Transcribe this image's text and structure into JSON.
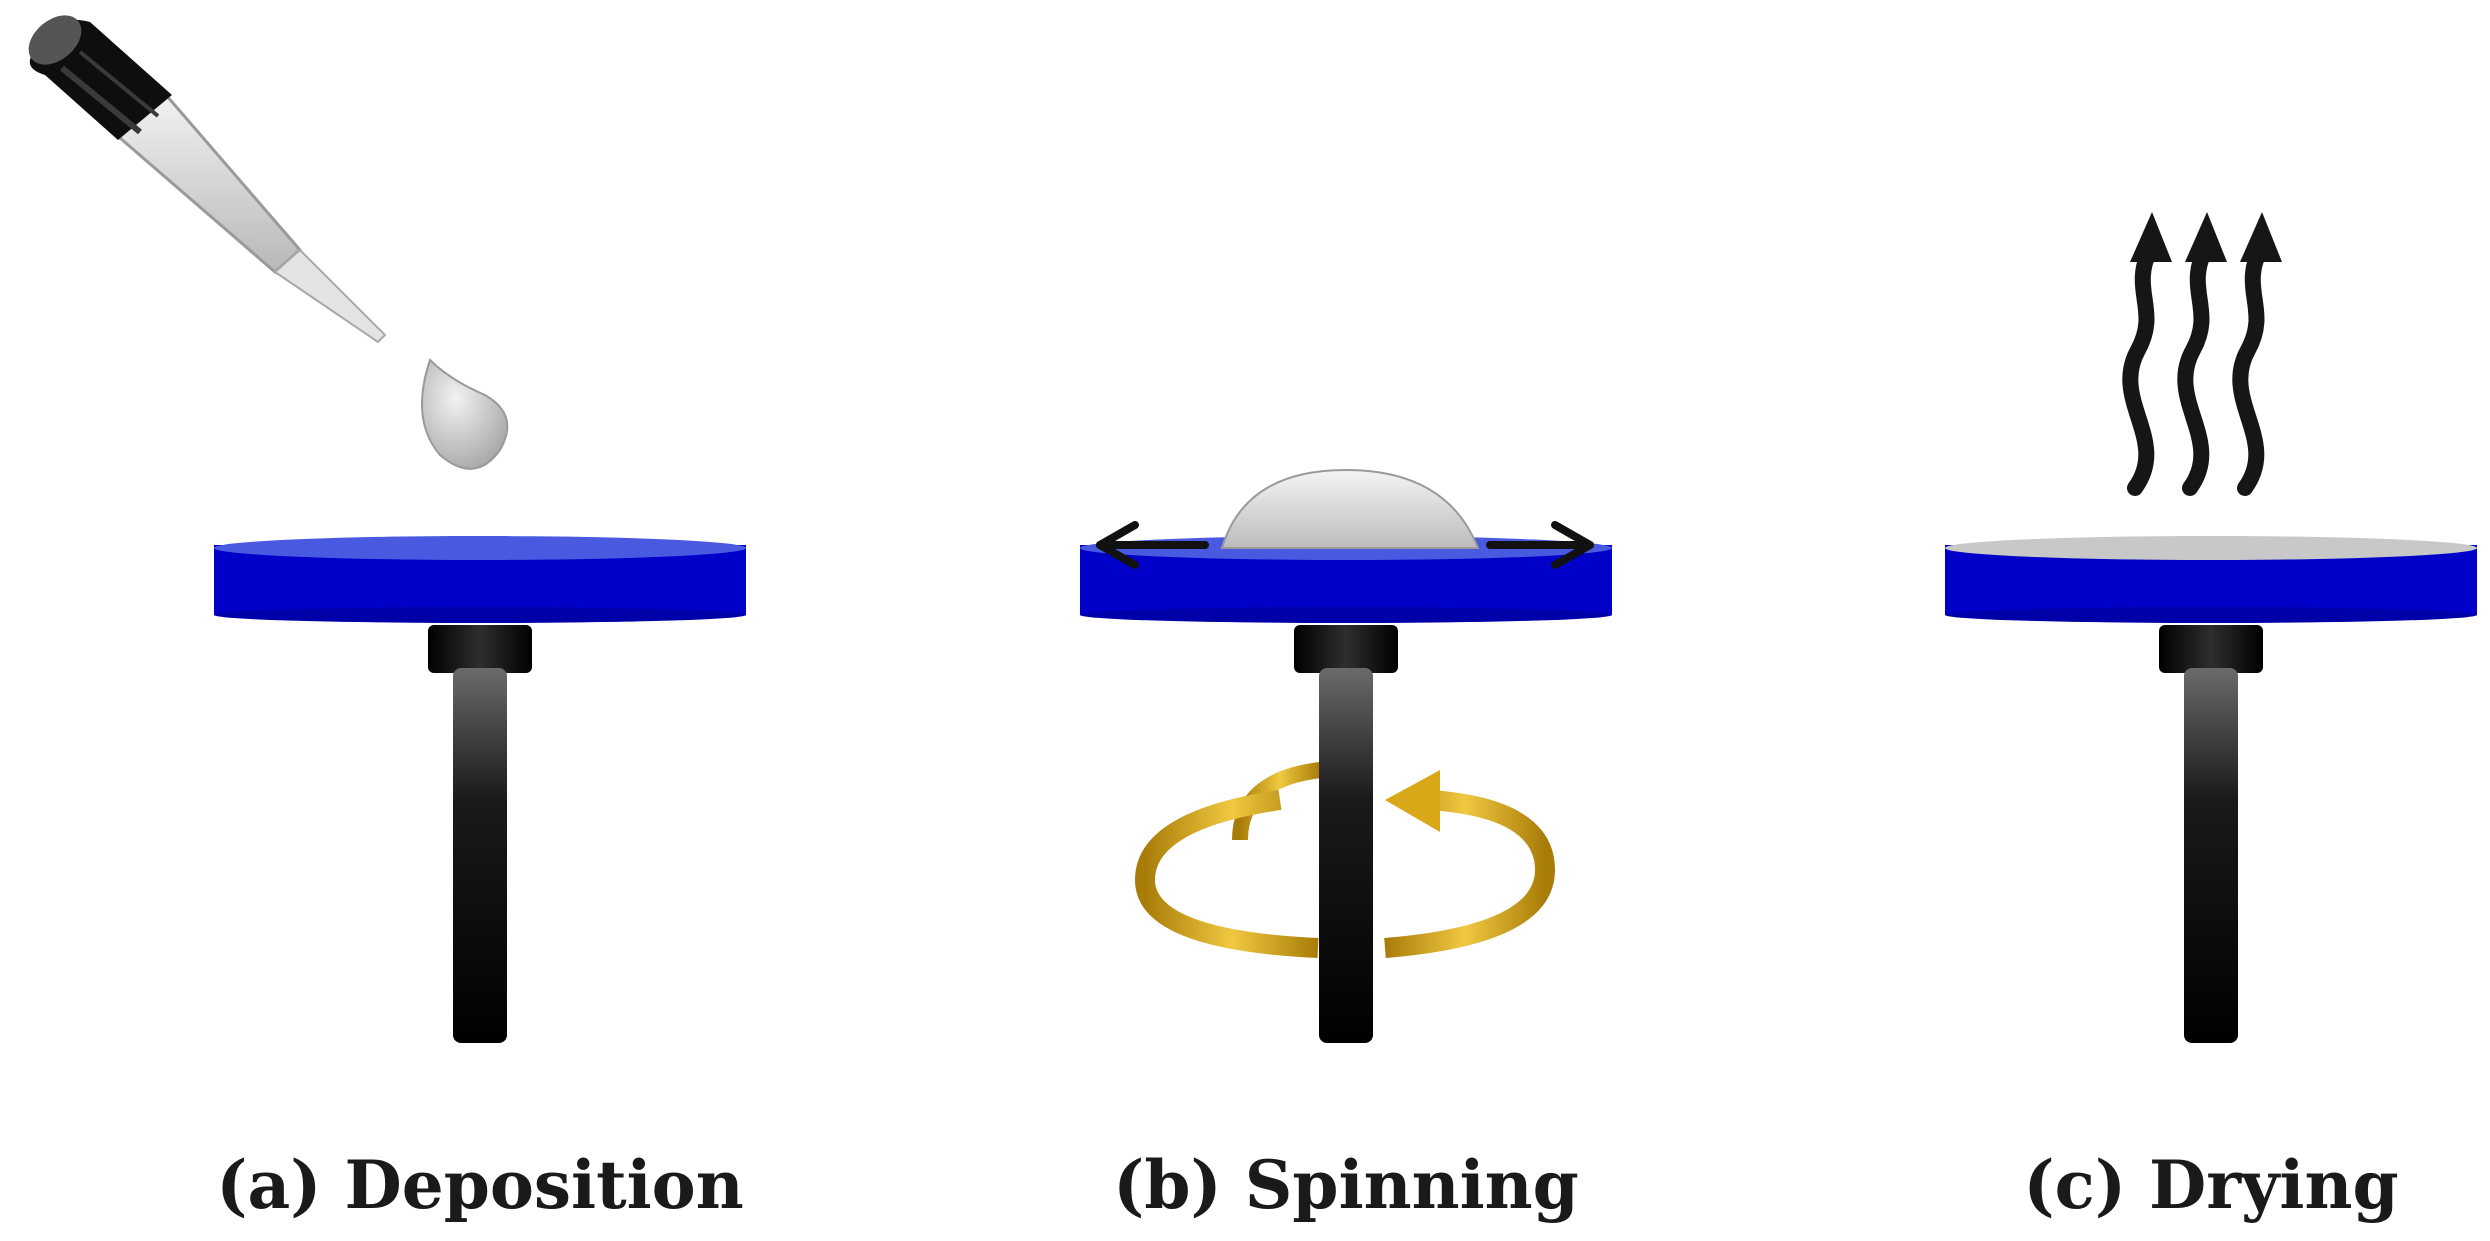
{
  "panels": [
    {
      "id": "deposition",
      "caption": "(a) Deposition"
    },
    {
      "id": "spinning",
      "caption": "(b) Spinning"
    },
    {
      "id": "drying",
      "caption": "(c) Drying"
    }
  ],
  "colors": {
    "background": "#ffffff",
    "wafer_side": "#0000c8",
    "wafer_top": "#4a5ae0",
    "coated_top": "#c8c8c8",
    "shaft": "#111111",
    "fluid": "#c8c8c8",
    "rotation_arrow": "#d8a818",
    "arrow": "#111111"
  }
}
